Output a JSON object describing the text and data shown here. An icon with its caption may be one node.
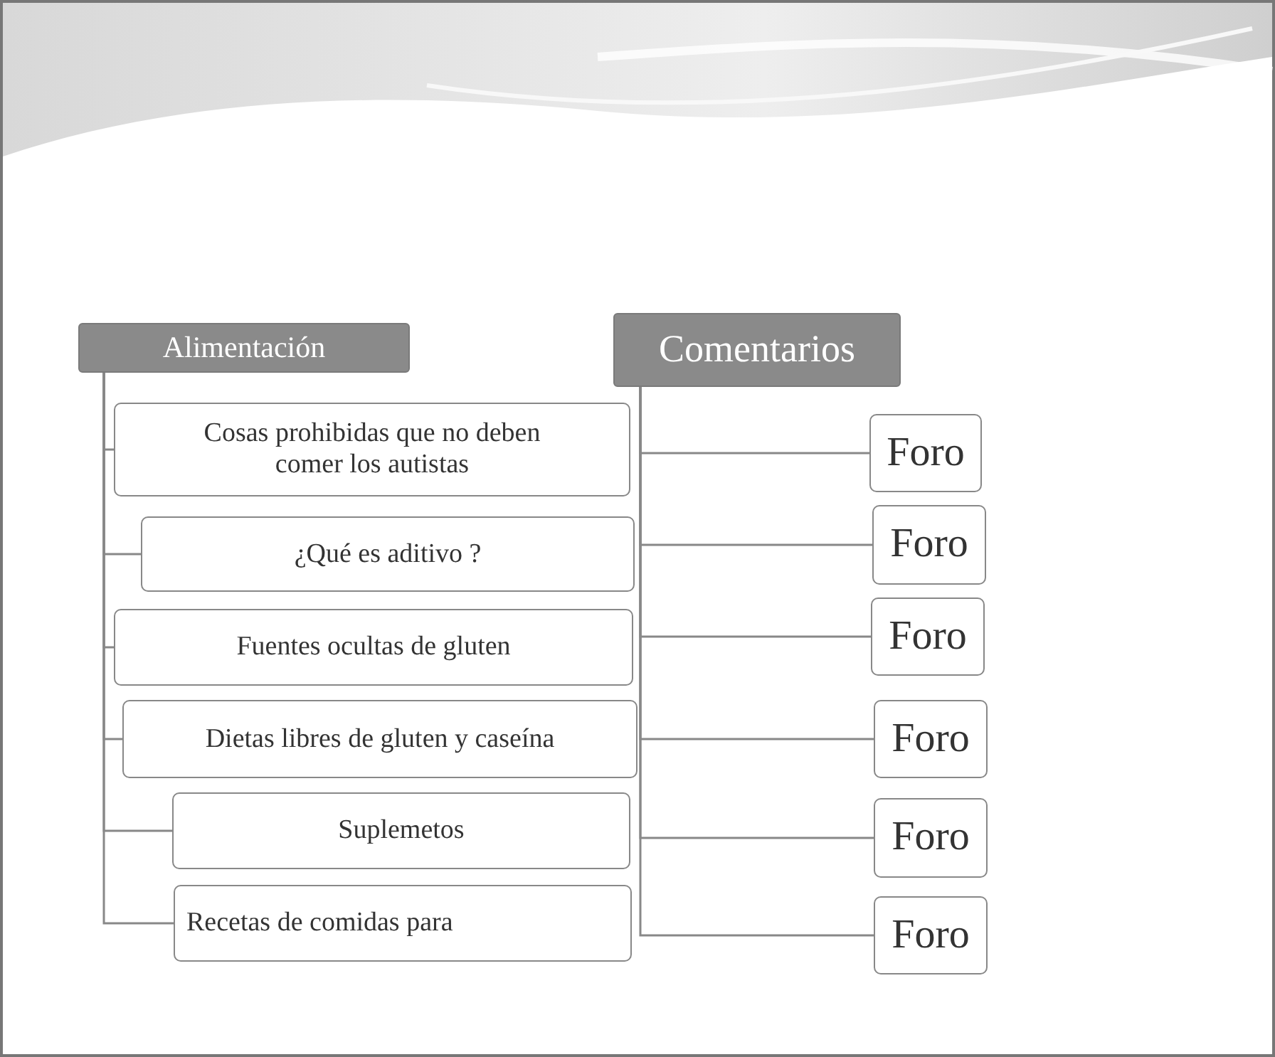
{
  "diagram": {
    "nodes": [
      {
        "text": [
          "Alimentación"
        ]
      },
      {
        "text": [
          "Cosas prohibidas que no deben comer los autistas"
        ]
      },
      {
        "text": [
          "¿Qué es aditivo ?"
        ]
      },
      {
        "text": [
          "Fuentes ocultas de gluten"
        ]
      },
      {
        "text": [
          "Dietas libres de gluten y caseína"
        ]
      },
      {
        "text": [
          "Suplemetos"
        ]
      },
      {
        "text": [
          "Recetas de comidas para"
        ]
      },
      {
        "text": [
          "Comentarios"
        ]
      },
      {
        "text": [
          "Foro"
        ]
      },
      {
        "text": [
          "Foro"
        ]
      },
      {
        "text": [
          "Foro"
        ]
      },
      {
        "text": [
          "Foro"
        ]
      },
      {
        "text": [
          "Foro"
        ]
      },
      {
        "text": [
          "Foro"
        ]
      }
    ],
    "edges": [
      {
        "from": 0,
        "to": 1,
        "arrow": "none"
      },
      {
        "from": 0,
        "to": 2,
        "arrow": "none"
      },
      {
        "from": 0,
        "to": 3,
        "arrow": "none"
      },
      {
        "from": 0,
        "to": 4,
        "arrow": "none"
      },
      {
        "from": 0,
        "to": 5,
        "arrow": "none"
      },
      {
        "from": 0,
        "to": 6,
        "arrow": "none"
      },
      {
        "from": 7,
        "to": 8,
        "arrow": "none"
      },
      {
        "from": 7,
        "to": 9,
        "arrow": "none"
      },
      {
        "from": 7,
        "to": 10,
        "arrow": "none"
      },
      {
        "from": 7,
        "to": 11,
        "arrow": "none"
      },
      {
        "from": 7,
        "to": 12,
        "arrow": "none"
      },
      {
        "from": 7,
        "to": 13,
        "arrow": "none"
      }
    ]
  }
}
